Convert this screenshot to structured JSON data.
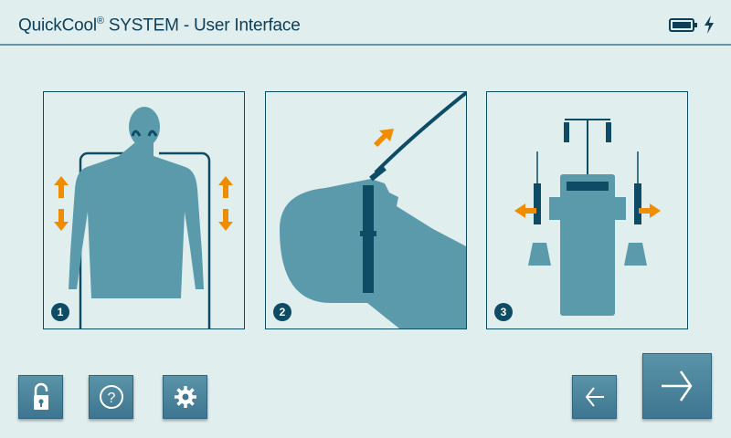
{
  "header": {
    "title": "QuickCool",
    "title_mark": "®",
    "title_rest": " SYSTEM - User Interface",
    "battery_icon": "battery-icon",
    "charging_icon": "lightning-icon"
  },
  "steps": [
    {
      "number": "1"
    },
    {
      "number": "2"
    },
    {
      "number": "3"
    }
  ],
  "colors": {
    "accent": "#f08c00",
    "figure": "#5b9aab",
    "dark": "#0e4c66",
    "background": "#e0eeee"
  },
  "buttons": {
    "lock": "unlock-icon",
    "help": "help-icon",
    "settings": "gear-icon",
    "back": "arrow-left-icon",
    "next": "arrow-right-icon"
  }
}
